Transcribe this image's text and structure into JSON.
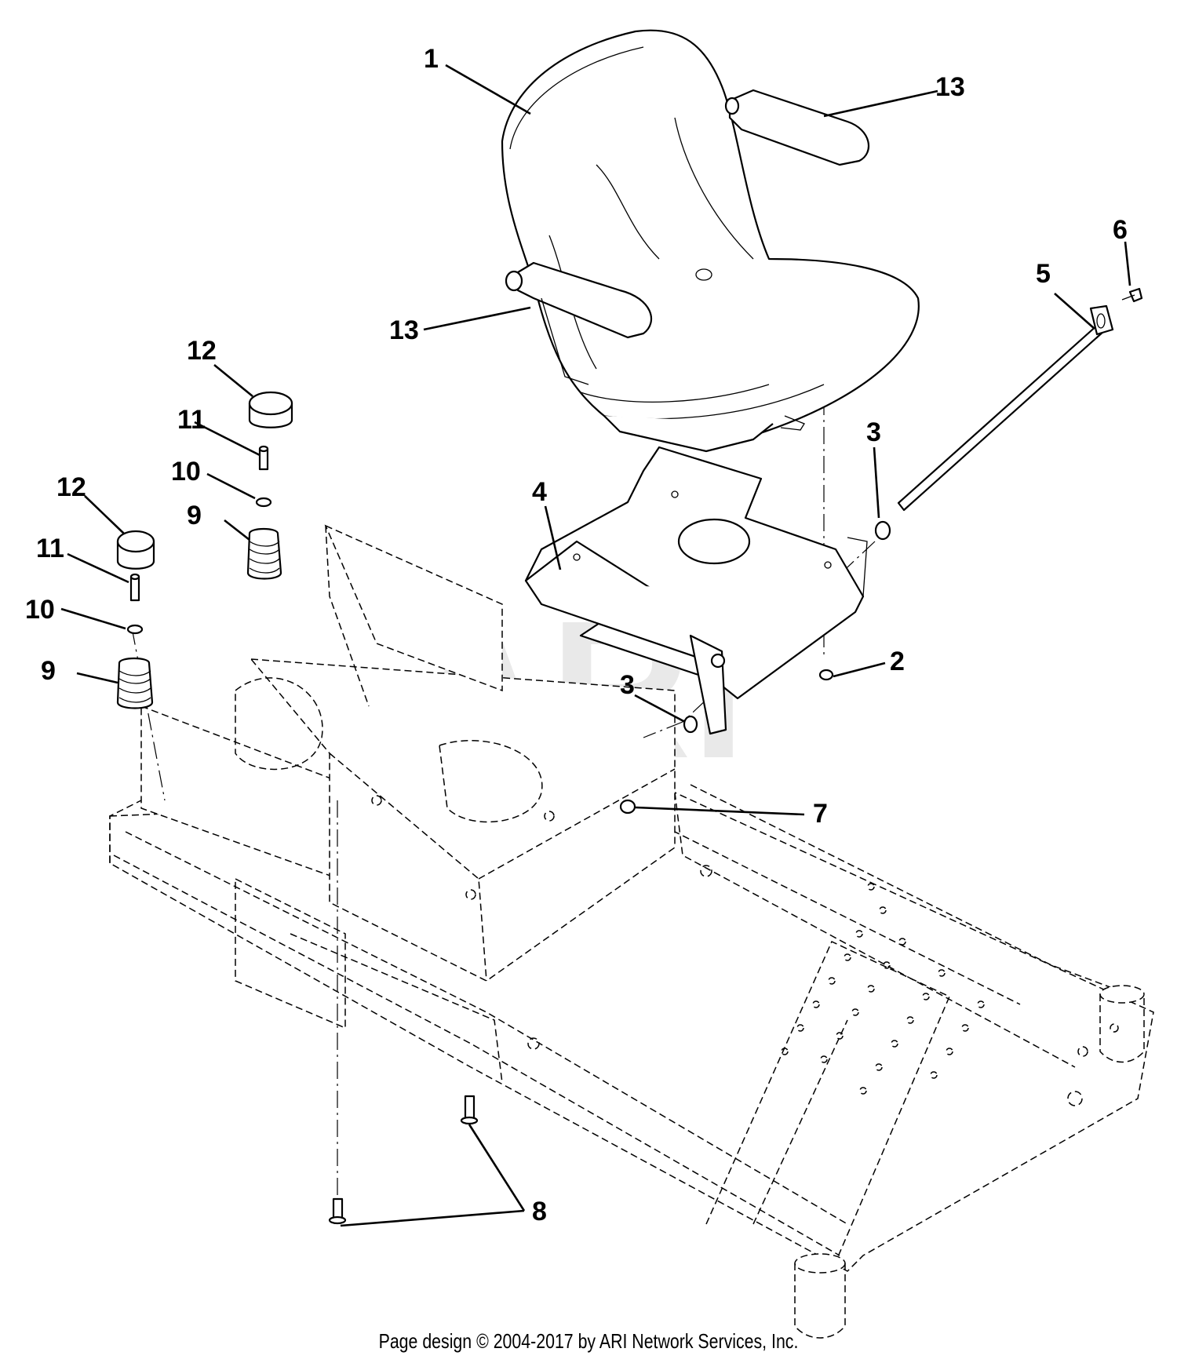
{
  "watermark": "ARI",
  "callouts": {
    "seat": "1",
    "nut": "2",
    "bushing_upper": "3",
    "bushing_lower": "3",
    "seat_plate": "4",
    "pivot_rod": "5",
    "screw": "6",
    "locknut": "7",
    "bolt": "8",
    "spring_right": "9",
    "spring_left": "9",
    "washer_right": "10",
    "washer_left": "10",
    "spacer_right": "11",
    "spacer_left": "11",
    "bumper_right": "12",
    "bumper_left": "12",
    "armrest_right": "13",
    "armrest_left": "13"
  },
  "footer": "Page design © 2004-2017 by ARI Network Services, Inc."
}
